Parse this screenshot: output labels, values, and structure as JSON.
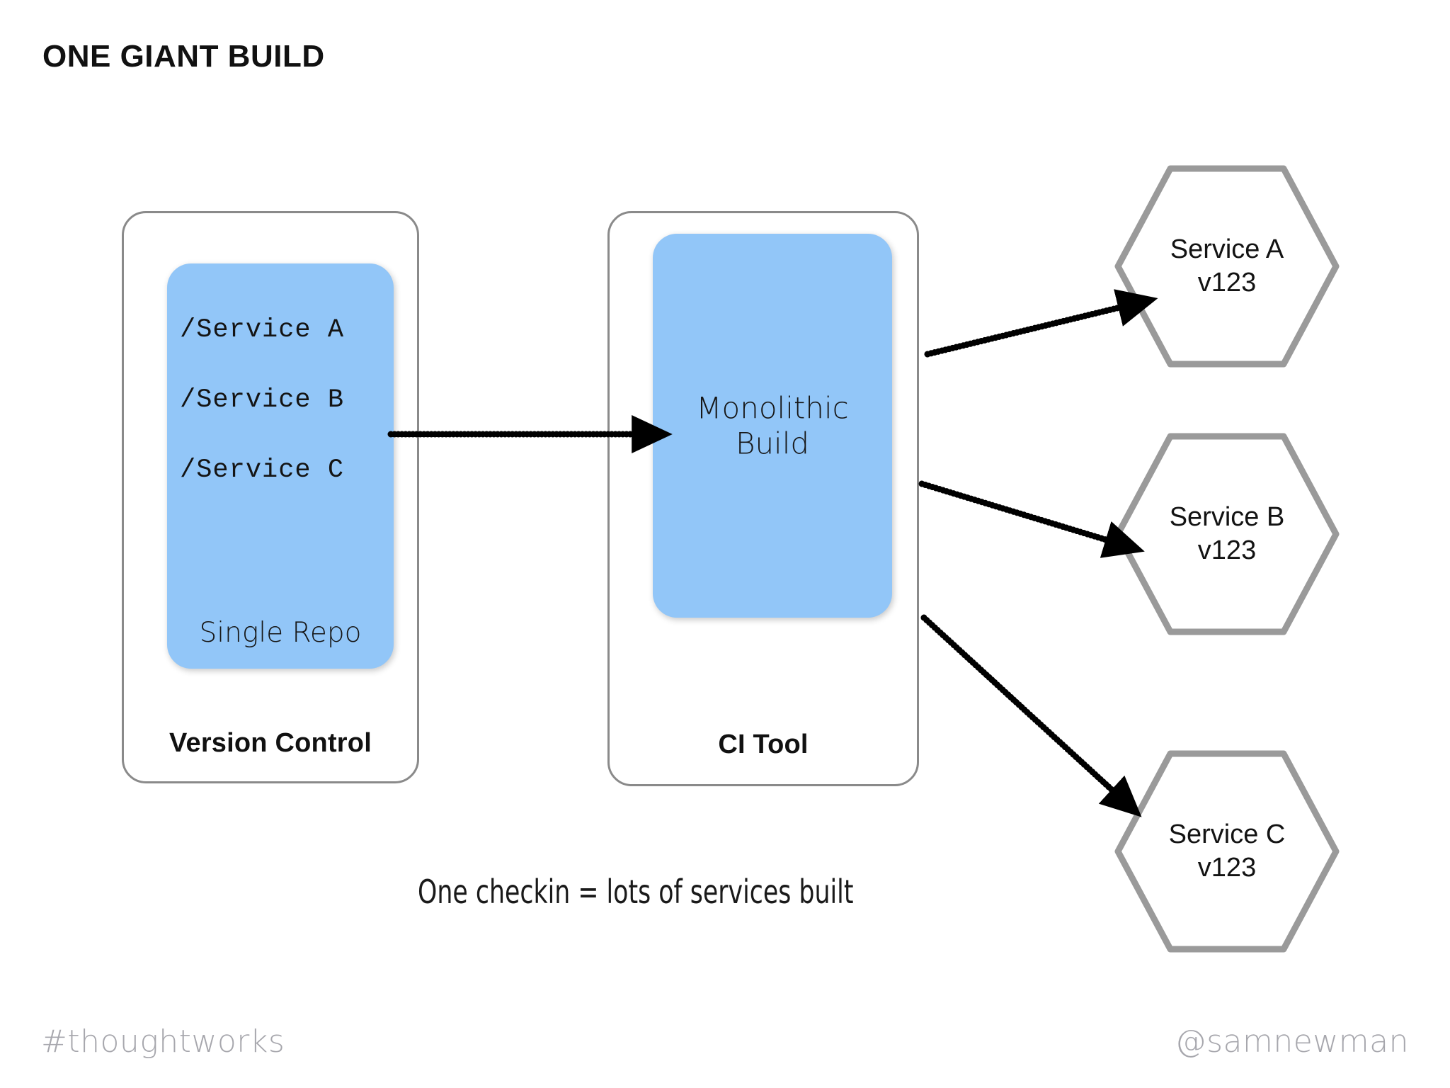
{
  "slide": {
    "title": "ONE GIANT BUILD",
    "caption": "One checkin = lots of services built"
  },
  "version_control_panel": {
    "label": "Version Control",
    "repo_card": {
      "caption": "Single Repo",
      "lines": [
        "/Service A",
        "/Service B",
        "/Service C"
      ]
    }
  },
  "ci_tool_panel": {
    "label": "CI Tool",
    "build_card": {
      "line1": "Monolithic",
      "line2": "Build"
    }
  },
  "services": [
    {
      "name": "Service A",
      "version": "v123"
    },
    {
      "name": "Service B",
      "version": "v123"
    },
    {
      "name": "Service C",
      "version": "v123"
    }
  ],
  "footer": {
    "left": "#thoughtworks",
    "right": "@samnewman"
  },
  "colors": {
    "card_blue": "#92c6f8",
    "panel_border_gray": "#8a8a8a",
    "hexagon_gray": "#9a9a9a",
    "footer_gray": "#a7a7ad",
    "text_black": "#111111",
    "background": "#ffffff"
  }
}
